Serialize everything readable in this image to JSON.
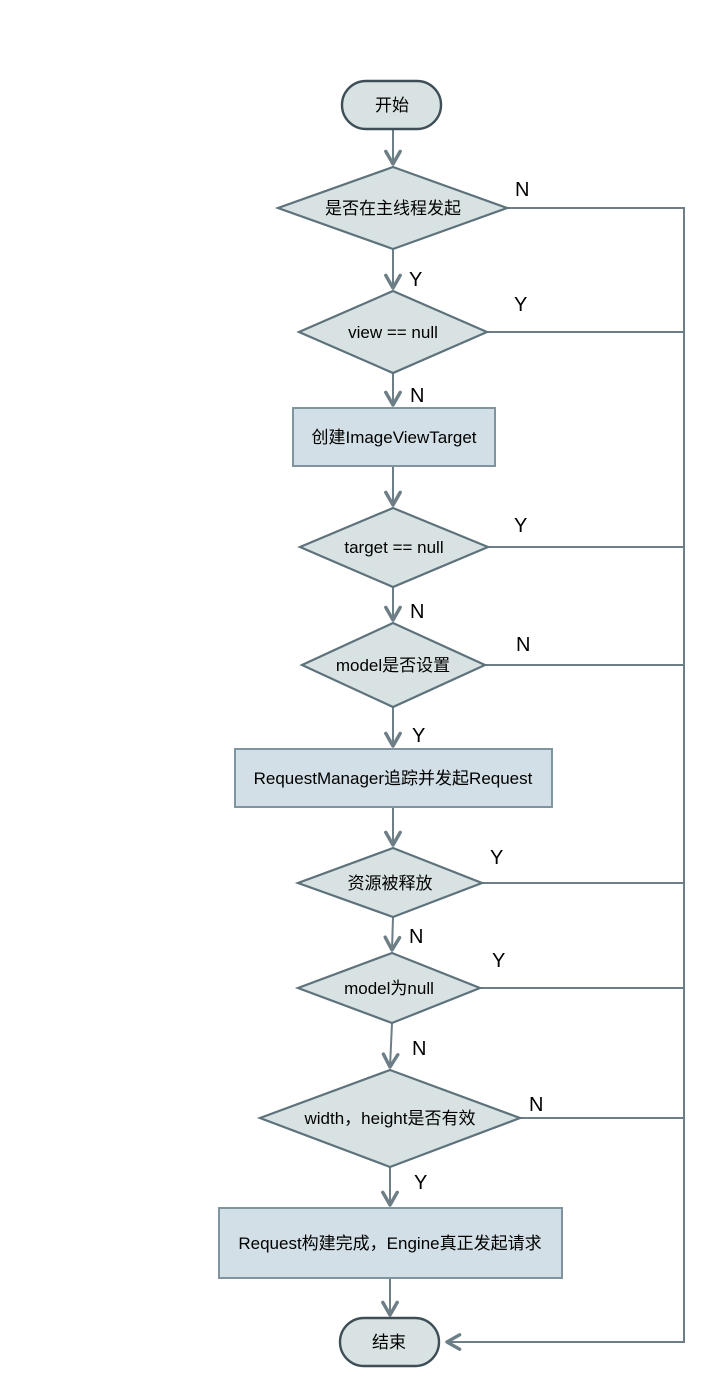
{
  "colors": {
    "node_fill": "#d8e2e2",
    "rect_fill": "#d2dfe6",
    "diamond_stroke": "#5d727b",
    "rect_stroke": "#7f949f",
    "terminal_stroke": "#3d4e57",
    "edge_color": "#6d7e87",
    "label_color": "#000000",
    "bg": "#ffffff"
  },
  "nodes": {
    "start": "开始",
    "is_main_thread": "是否在主线程发起",
    "view_null": "view == null",
    "create_target": "创建ImageViewTarget",
    "target_null": "target == null",
    "model_set": "model是否设置",
    "request_manager": "RequestManager追踪并发起Request",
    "resource_released": "资源被释放",
    "model_null": "model为null",
    "size_valid": "width，height是否有效",
    "engine_request": "Request构建完成，Engine真正发起请求",
    "end": "结束"
  },
  "edge_labels": {
    "is_main_thread_no": "N",
    "is_main_thread_yes": "Y",
    "view_null_yes": "Y",
    "view_null_no": "N",
    "target_null_yes": "Y",
    "target_null_no": "N",
    "model_set_no": "N",
    "model_set_yes": "Y",
    "resource_released_yes": "Y",
    "resource_released_no": "N",
    "model_null_yes": "Y",
    "model_null_no": "N",
    "size_valid_no": "N",
    "size_valid_yes": "Y"
  }
}
